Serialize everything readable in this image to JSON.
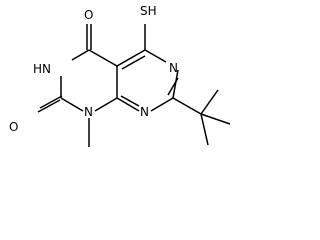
{
  "molecule": {
    "atoms": {
      "sh": "SH",
      "o_top": "O",
      "o_left": "O",
      "nh": "HN",
      "n_ring_top": "N",
      "n_ring_bottom": "N",
      "n_methyl": "N"
    }
  }
}
